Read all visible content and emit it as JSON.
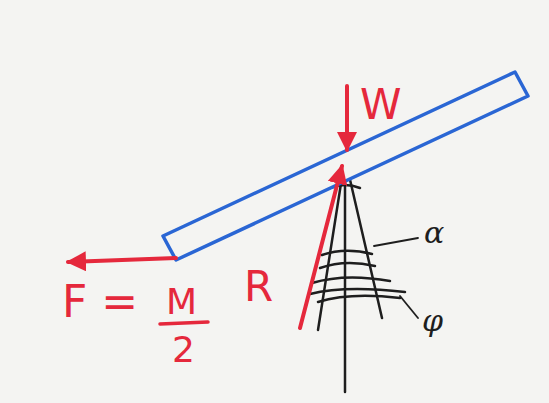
{
  "diagram": {
    "labels": [
      "W",
      "R",
      "F =",
      "M",
      "2",
      "α",
      "φ"
    ]
  }
}
